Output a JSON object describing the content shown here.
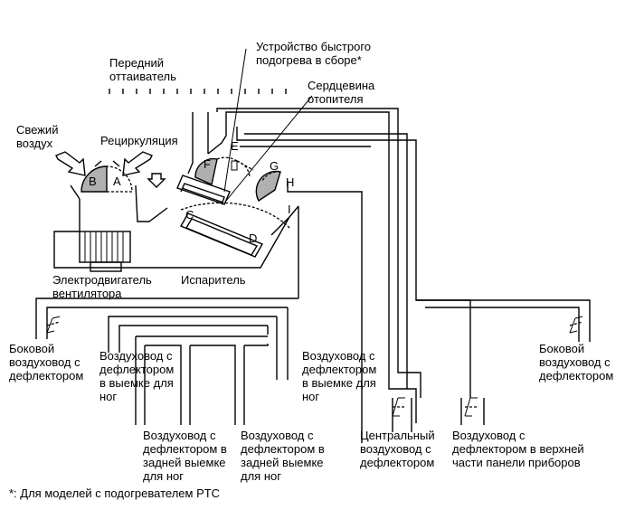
{
  "labels": {
    "ptc_heater": [
      "Устройство быстрого",
      "подогрева в сборе*"
    ],
    "front_defroster": [
      "Передний",
      "оттаиватель"
    ],
    "heater_core": [
      "Сердцевина",
      "отопителя"
    ],
    "fresh_air": [
      "Свежий",
      "воздух"
    ],
    "recirculation": "Рециркуляция",
    "blower_motor": [
      "Электродвигатель",
      "вентилятора"
    ],
    "evaporator": "Испаритель",
    "side_register_left": [
      "Боковой",
      "воздуховод с",
      "дефлектором"
    ],
    "side_register_right": [
      "Боковой",
      "воздуховод с",
      "дефлектором"
    ],
    "foot_duct_left": [
      "Воздуховод с",
      "дефлектором",
      "в выемке для",
      "ног"
    ],
    "foot_duct_right": [
      "Воздуховод с",
      "дефлектором",
      "в выемке для",
      "ног"
    ],
    "rear_foot_duct_1": [
      "Воздуховод с",
      "дефлектором в",
      "задней выемке",
      "для ног"
    ],
    "rear_foot_duct_2": [
      "Воздуховод с",
      "дефлектором в",
      "задней выемке",
      "для ног"
    ],
    "center_register": [
      "Центральный",
      "воздуховод с",
      "дефлектором"
    ],
    "upper_register": [
      "Воздуховод с",
      "дефлектором в верхней",
      "части панели приборов"
    ],
    "footnote": "*: Для моделей с подогревателем PTC"
  },
  "doors": {
    "A": "A",
    "B": "B",
    "C": "C",
    "D": "D",
    "E": "E",
    "F": "F",
    "G": "G",
    "H": "H",
    "I": "I"
  },
  "colors": {
    "line": "#000000",
    "door_fill": "#b0b0b0",
    "background": "#ffffff"
  }
}
